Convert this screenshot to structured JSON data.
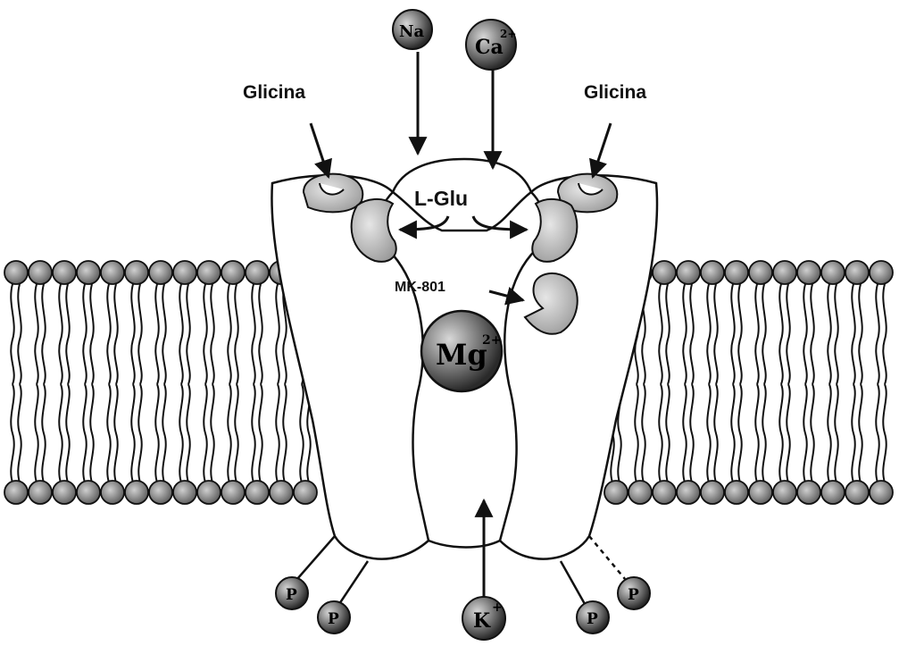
{
  "labels": {
    "glycine_left": "Glicina",
    "glycine_right": "Glicina",
    "glutamate": "L-Glu",
    "mk801": "MK-801"
  },
  "ions": {
    "na": "Na",
    "ca": "Ca",
    "ca_charge": "2+",
    "mg": "Mg",
    "mg_charge": "2+",
    "k": "K",
    "k_charge": "+"
  },
  "phosphates": {
    "p1": "P",
    "p2": "P",
    "p3": "P",
    "p4": "P"
  },
  "colors": {
    "ink": "#111111",
    "ion_fill": "#6b6b6b",
    "head_fill": "#8a8a8a",
    "pocket_fill": "#bdbdbd",
    "background": "#ffffff"
  }
}
